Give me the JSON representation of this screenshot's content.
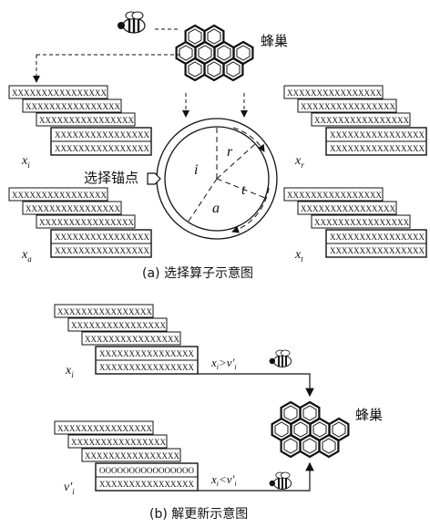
{
  "part_a": {
    "hive_label": "蜂巢",
    "anchor_label": "选择锚点",
    "caption": "(a) 选择算子示意图",
    "card_text": "XXXXXXXXXXXXXXXX",
    "stacks": [
      {
        "var": "x",
        "sub": "i"
      },
      {
        "var": "x",
        "sub": "r"
      },
      {
        "var": "x",
        "sub": "a"
      },
      {
        "var": "x",
        "sub": "t"
      }
    ],
    "wheel_sectors": [
      "i",
      "r",
      "t",
      "a"
    ]
  },
  "part_b": {
    "hive_label": "蜂巢",
    "caption": "(b) 解更新示意图",
    "card_text": "XXXXXXXXXXXXXXXX",
    "card_text_alt": "OOOOOOOOOOOOOOOO",
    "top_stack_label": {
      "var": "x",
      "sub": "i"
    },
    "bottom_stack_label": {
      "var": "v′",
      "sub": "i"
    },
    "cond_top": {
      "left": "x",
      "left_sub": "i",
      "op": ">",
      "right": "v′",
      "right_sub": "i"
    },
    "cond_bottom": {
      "left": "x",
      "left_sub": "i",
      "op": "<",
      "right": "v′",
      "right_sub": "i"
    }
  }
}
